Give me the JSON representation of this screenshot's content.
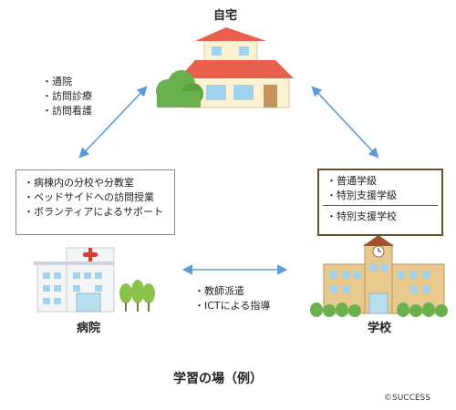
{
  "home": {
    "title": "自宅"
  },
  "home_services": [
    "・通院",
    "・訪問診療",
    "・訪問看護"
  ],
  "hospital": {
    "title": "病院",
    "items": [
      "・病棟内の分校や分教室",
      "・ベッドサイドへの訪問授業",
      "・ボランティアによるサポート"
    ]
  },
  "school": {
    "title": "学校",
    "items_top": [
      "・普通学級",
      "・特別支援学級"
    ],
    "items_bottom": [
      "・特別支援学校"
    ]
  },
  "link_hospital_school": [
    "・教師派遣",
    "・ICTによる指導"
  ],
  "caption": "学習の場（例）",
  "copyright": "©SUCCESS",
  "colors": {
    "arrow": "#5b9bd5",
    "roof": "#e8604c",
    "wall": "#fdf3d2",
    "bush": "#6ab04c",
    "school_wall": "#e8c98e",
    "cross": "#e53935"
  }
}
